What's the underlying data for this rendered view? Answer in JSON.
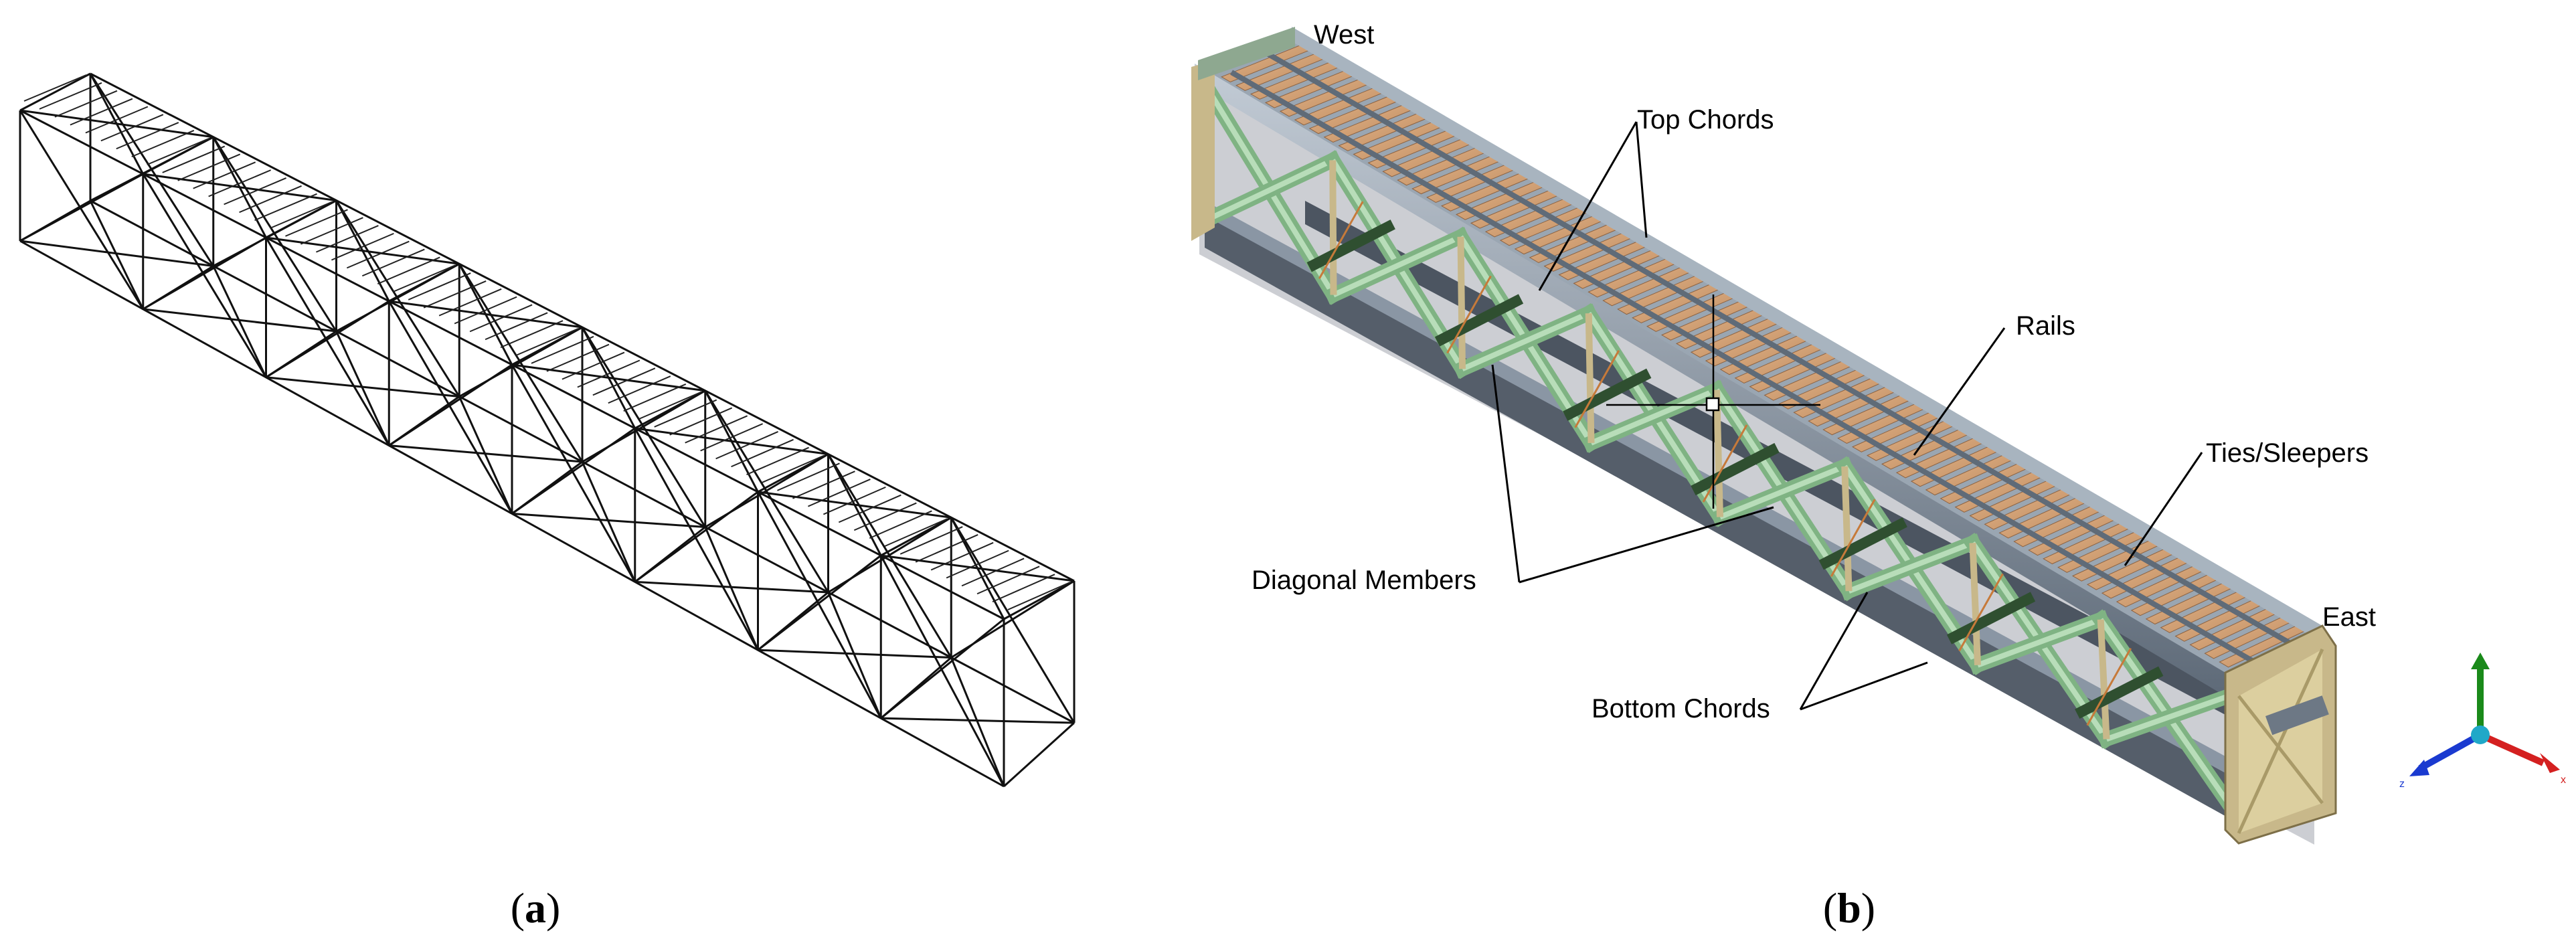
{
  "panels": {
    "a": {
      "caption_open": "(",
      "caption_letter": "a",
      "caption_close": ")"
    },
    "b": {
      "caption_open": "(",
      "caption_letter": "b",
      "caption_close": ")"
    }
  },
  "labels": {
    "west": "West",
    "east": "East",
    "top_chords": "Top Chords",
    "rails": "Rails",
    "ties_sleepers": "Ties/Sleepers",
    "diagonal_members": "Diagonal Members",
    "bottom_chords": "Bottom Chords"
  },
  "triad": {
    "x_label": "x",
    "z_label": "z",
    "colors": {
      "x": "#d42020",
      "y": "#1a8a1a",
      "z": "#1a3ad0",
      "origin": "#20a8c8"
    }
  },
  "colors": {
    "wireframe": "#111111",
    "rendered_chord_light": "#a8b4bf",
    "rendered_chord_dark": "#5e6a78",
    "diagonal_green": "#93c295",
    "tie_wood": "#d9a77a",
    "end_frame_tan": "#c8b88a"
  }
}
